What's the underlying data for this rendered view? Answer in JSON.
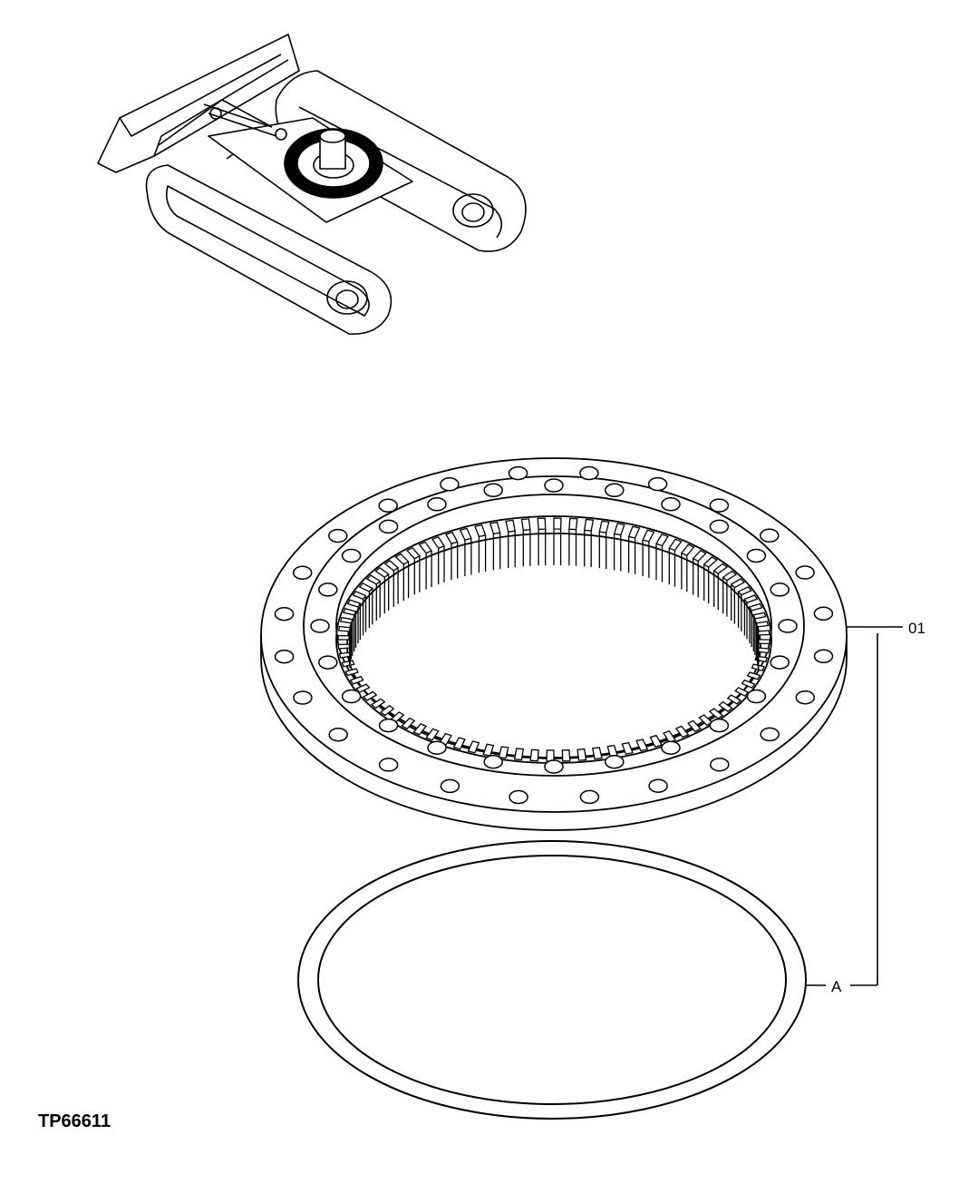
{
  "figure_id": "TP66611",
  "callouts": {
    "part": "01",
    "item": "A"
  },
  "colors": {
    "line": "#000000",
    "background": "#ffffff"
  },
  "icons": {
    "machine": "excavator-undercarriage-icon",
    "bearing": "swing-bearing-ring-gear",
    "seal": "o-ring-seal"
  }
}
